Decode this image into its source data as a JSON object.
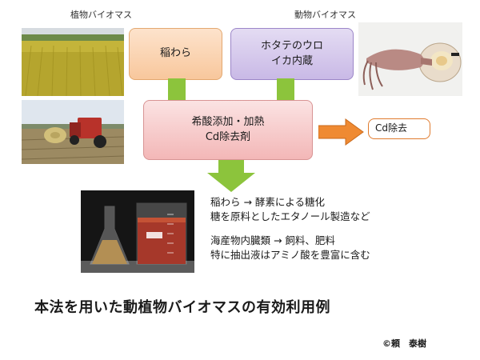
{
  "captions": {
    "plant": "植物バイオマス",
    "animal": "動物バイオマス"
  },
  "boxes": {
    "rice_straw": "稲わら",
    "scallop_line1": "ホタテのウロ",
    "scallop_line2": "イカ内蔵",
    "center_line1": "希酸添加・加熱",
    "center_line2": "Cd除去剤",
    "cd_removal": "Cd除去"
  },
  "notes": {
    "line1": "稲わら → 酵素による糖化",
    "line2": "糖を原料としたエタノール製造など",
    "line3": "海産物内臓類 →  飼料、肥料",
    "line4": "特に抽出液はアミノ酸を豊富に含む"
  },
  "headline": "本法を用いた動植物バイオマスの有効利用例",
  "credit": "©頼　泰樹",
  "colors": {
    "green_arrow": "#8cc43c",
    "orange_arrow": "#ef8a32"
  }
}
